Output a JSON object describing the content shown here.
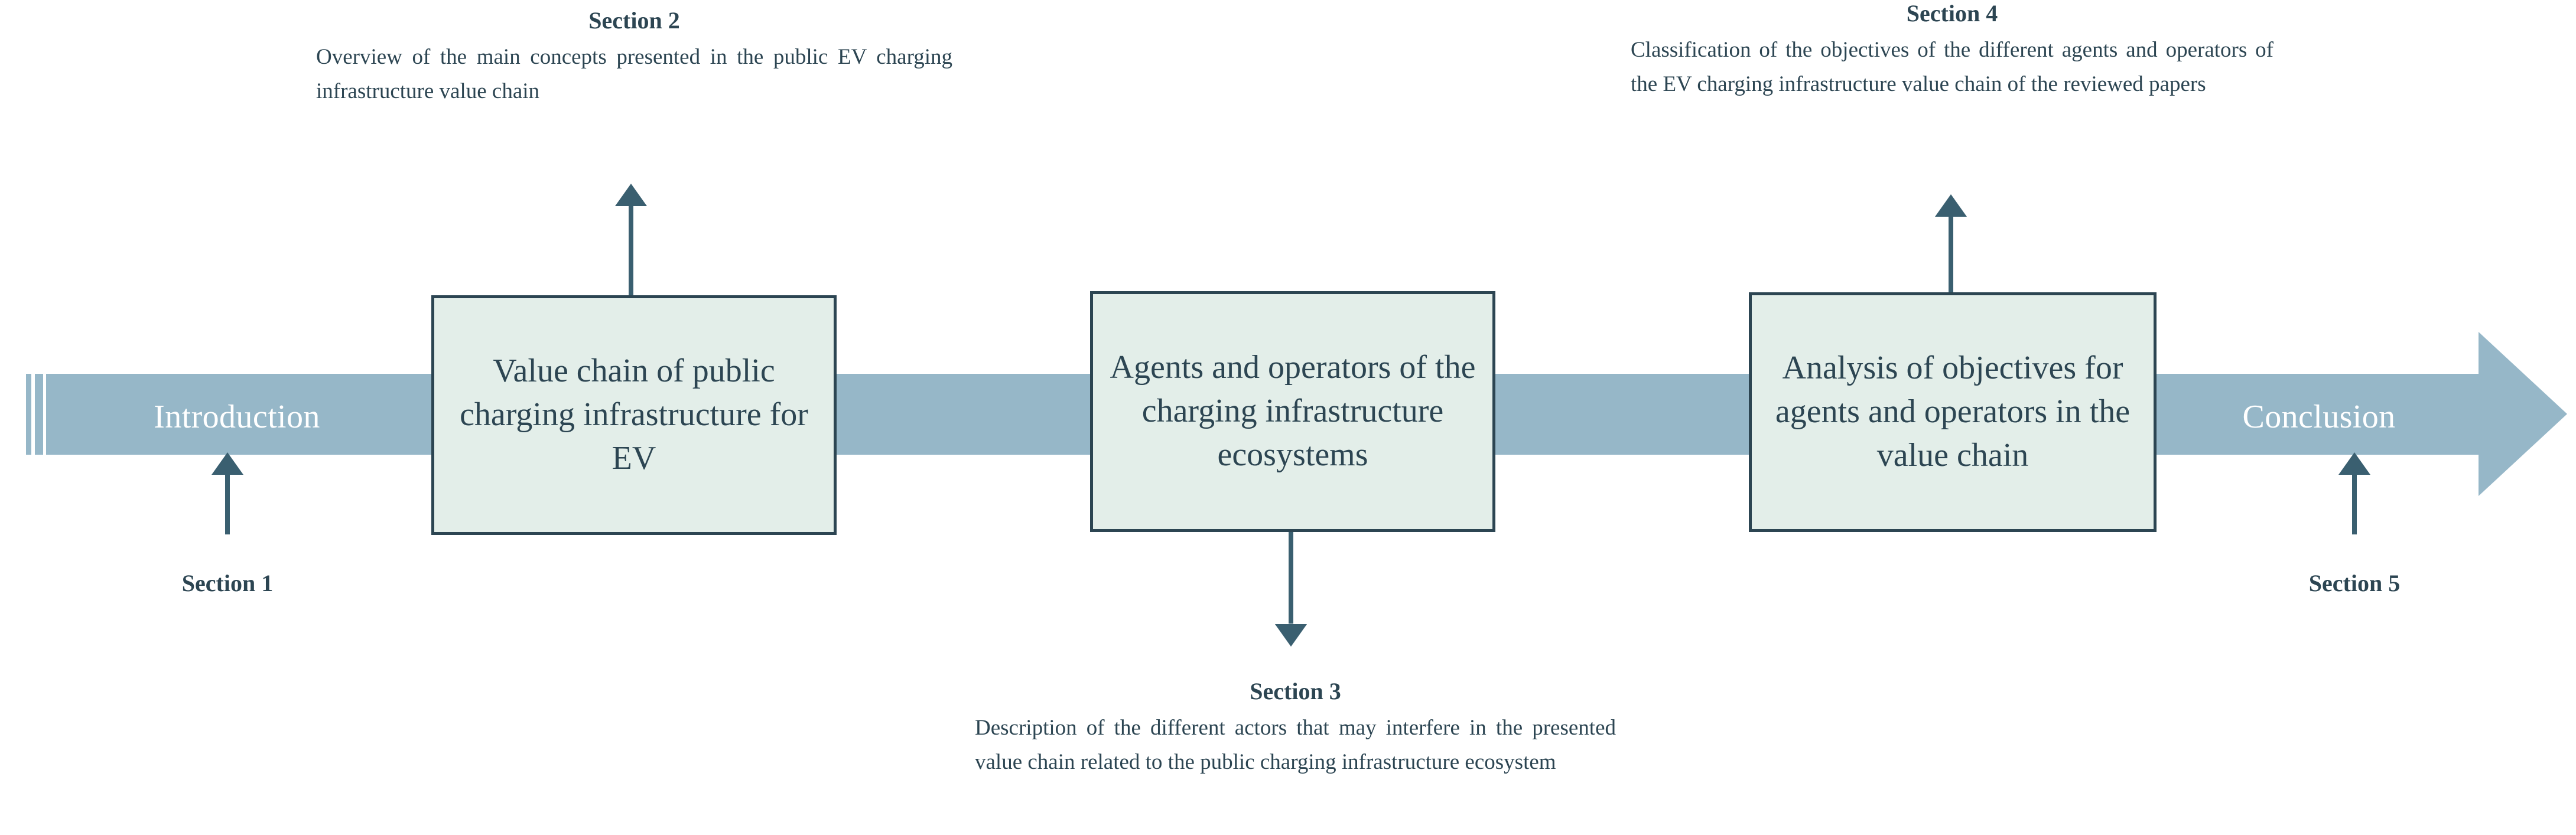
{
  "colors": {
    "band_fill": "#96b7c8",
    "box_fill": "#e3eee9",
    "ink": "#2c4552",
    "connector": "#3a5f70",
    "band_text": "#ffffff",
    "page_background": "#ffffff"
  },
  "band": {
    "stages": [
      {
        "id": "introduction",
        "label": "Introduction"
      },
      {
        "id": "conclusion",
        "label": "Conclusion"
      }
    ],
    "direction_icon": "right-arrow-icon",
    "tail_icon": "motion-lines-icon"
  },
  "stage_boxes": [
    {
      "id": "value-chain",
      "text": "Value chain of public charging infrastructure for EV",
      "lines": [
        "Value chain of public",
        "charging",
        "infrastructure for EV"
      ]
    },
    {
      "id": "agents-operators",
      "text": "Agents and operators of the charging infrastructure ecosystems",
      "lines": [
        "Agents and operators",
        "of the charging",
        "infrastructure",
        "ecosystems"
      ]
    },
    {
      "id": "analysis-objectives",
      "text": "Analysis of objectives for agents and operators in the value chain",
      "lines": [
        "Analysis of objectives",
        "for agents and",
        "operators in the value",
        "chain"
      ]
    }
  ],
  "callouts": [
    {
      "id": "section-2",
      "title": "Section 2",
      "body": "Overview of the main concepts presented in the public EV charging infrastructure value chain",
      "connector": "up-arrow-icon"
    },
    {
      "id": "section-4",
      "title": "Section 4",
      "body": "Classification of the objectives of the different agents and operators of the EV charging infrastructure value chain of the reviewed papers",
      "connector": "up-arrow-icon"
    },
    {
      "id": "section-3",
      "title": "Section 3",
      "body": "Description of the different actors that may interfere in the presented value chain related to the public charging infrastructure ecosystem",
      "connector": "down-arrow-icon"
    }
  ],
  "section_tags": [
    {
      "id": "section-1",
      "label": "Section 1",
      "connector": "up-arrow-icon"
    },
    {
      "id": "section-5",
      "label": "Section 5",
      "connector": "up-arrow-icon"
    }
  ]
}
